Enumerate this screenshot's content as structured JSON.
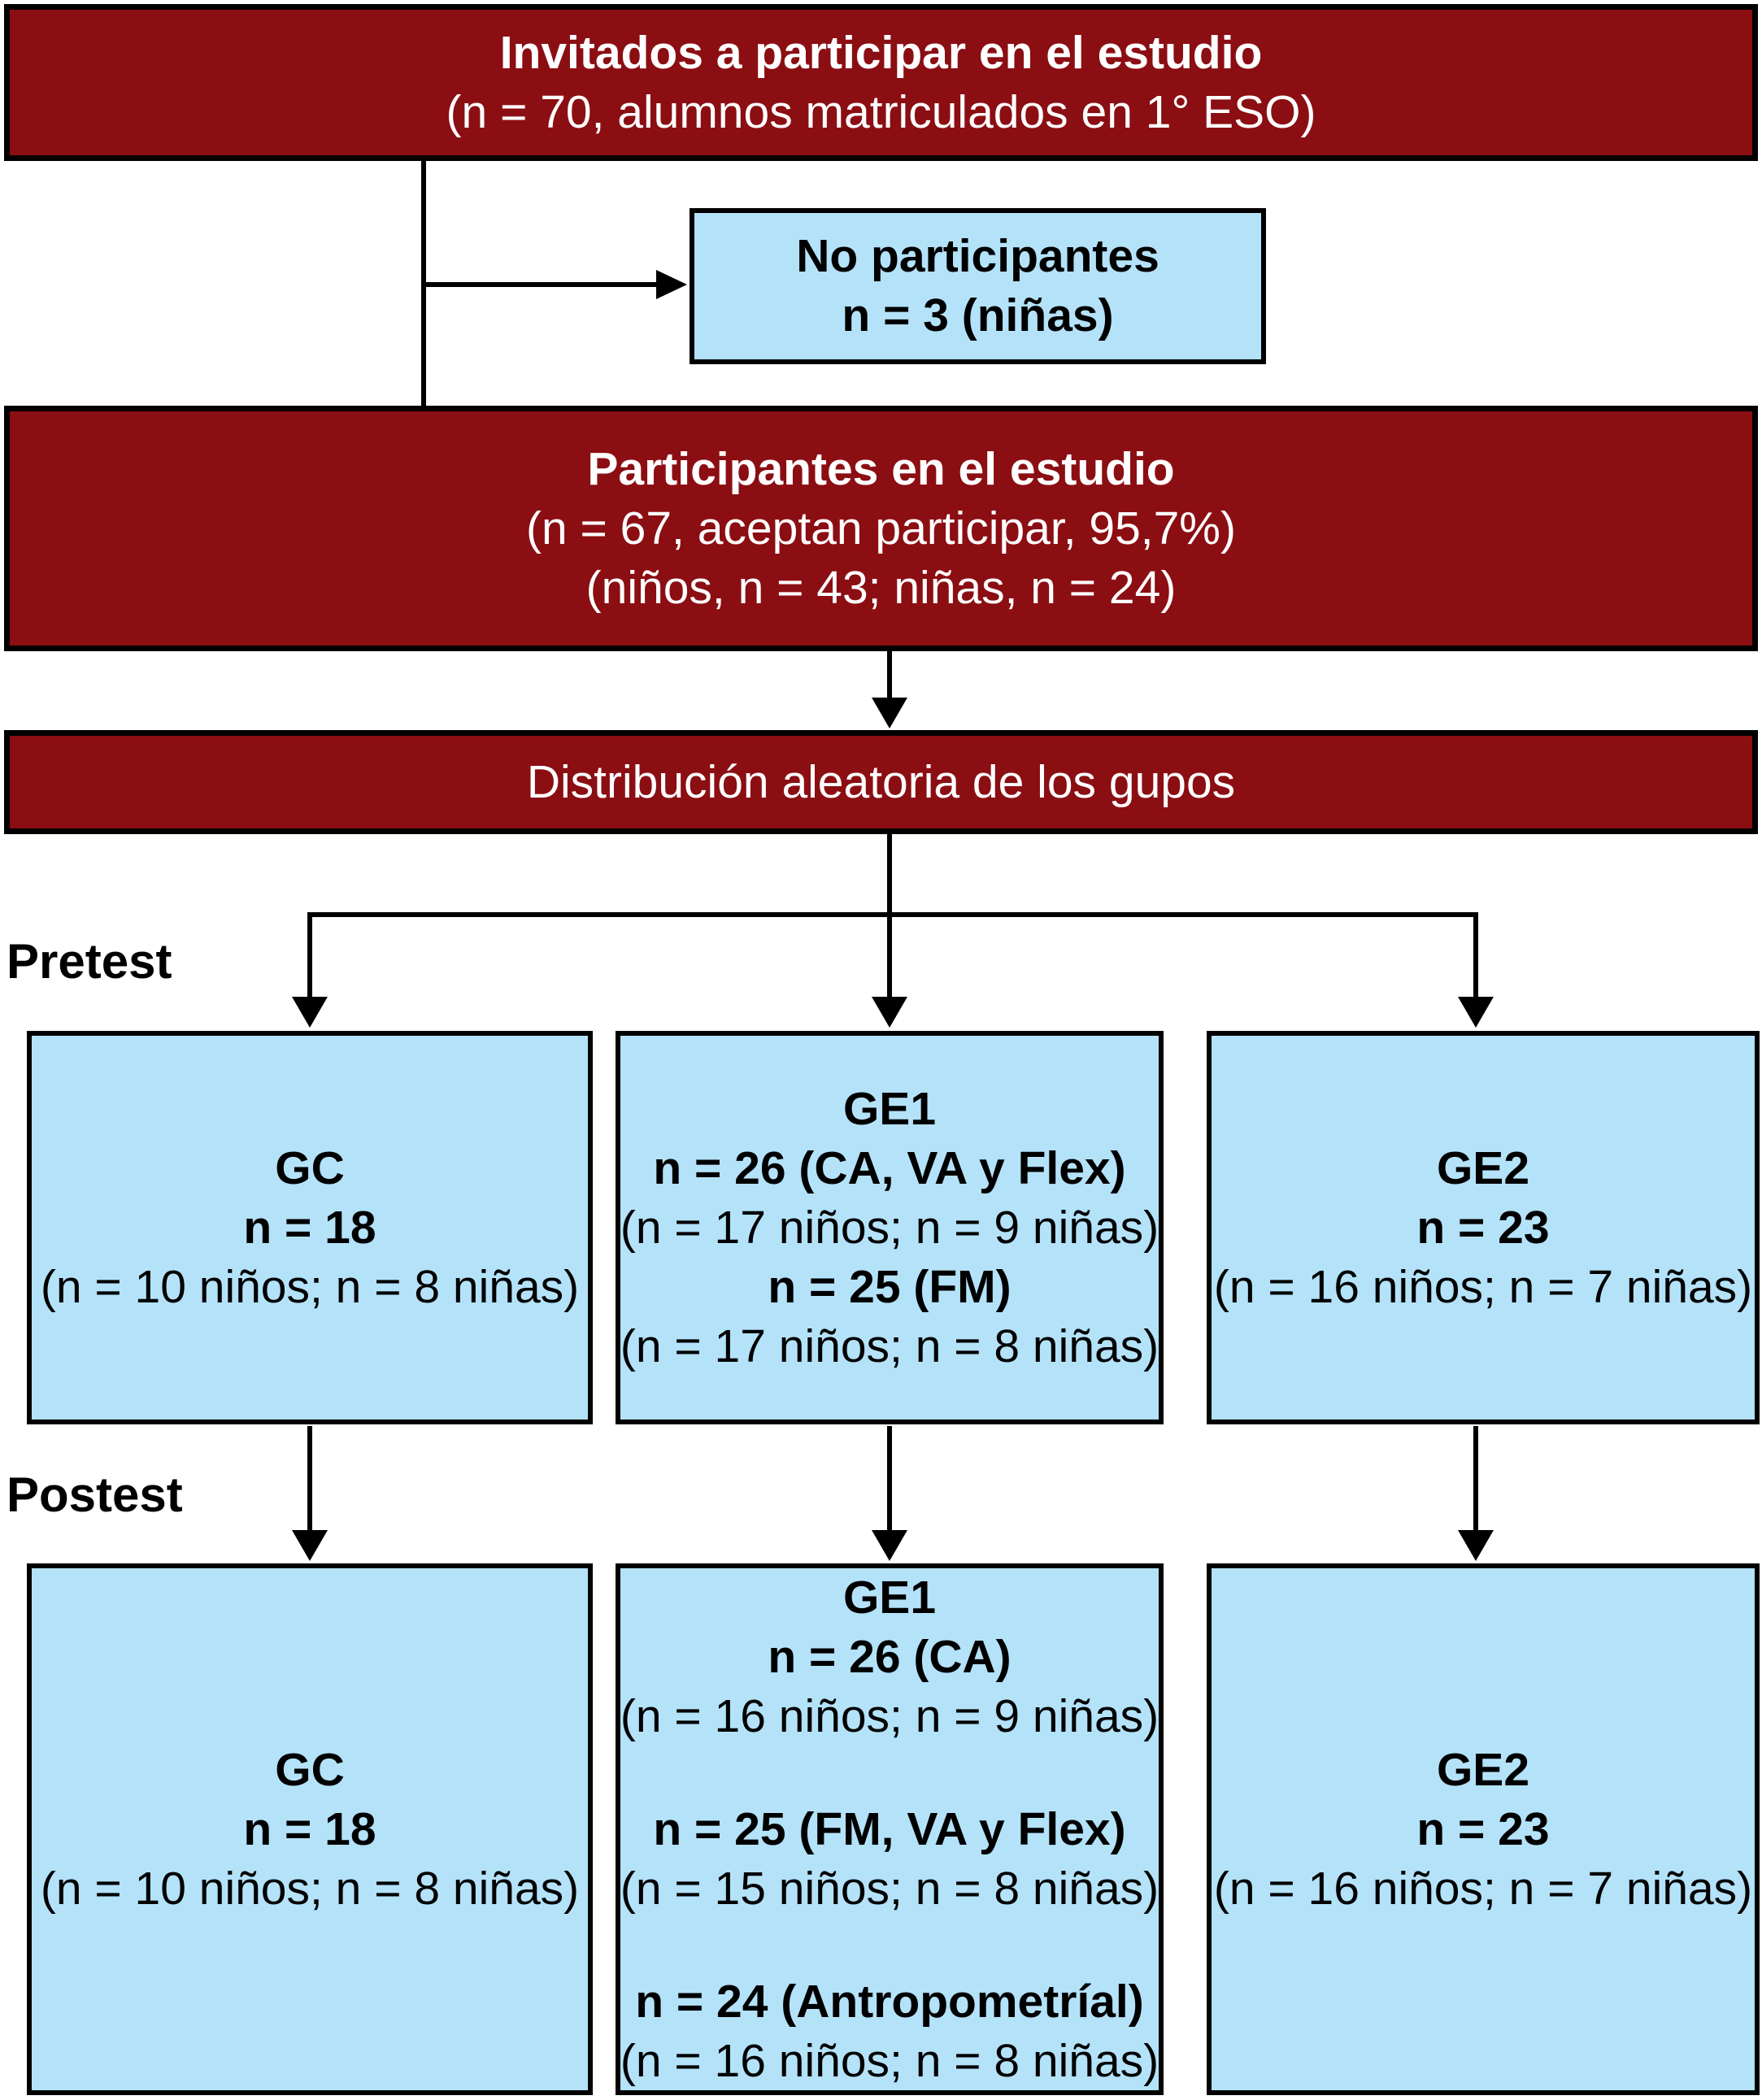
{
  "colors": {
    "dark_red": "#8B0E13",
    "light_blue": "#B4E2F9",
    "line_black": "#000000",
    "text_on_red": "#FFFFFF",
    "text_on_blue": "#000000"
  },
  "labels": {
    "pretest": "Pretest",
    "postest": "Postest"
  },
  "invited": {
    "title": "Invitados a participar en el estudio",
    "subtitle": "(n = 70, alumnos matriculados en 1° ESO)"
  },
  "non_participants": {
    "title": "No participantes",
    "subtitle": "n = 3 (niñas)"
  },
  "participants": {
    "title": "Participantes en el estudio",
    "line2": "(n = 67, aceptan participar, 95,7%)",
    "line3": "(niños, n = 43; niñas, n = 24)"
  },
  "randomization": {
    "title": "Distribución aleatoria de los gupos"
  },
  "pretest": {
    "gc": {
      "name": "GC",
      "n": "n = 18",
      "detail": "(n = 10 niños; n = 8 niñas)"
    },
    "ge1": {
      "name": "GE1",
      "groups": [
        {
          "n": "n = 26 (CA, VA y Flex)",
          "detail": "(n = 17 niños; n = 9 niñas)"
        },
        {
          "n": "n = 25 (FM)",
          "detail": "(n = 17 niños; n = 8 niñas)"
        }
      ]
    },
    "ge2": {
      "name": "GE2",
      "n": "n = 23",
      "detail": "(n = 16 niños; n = 7 niñas)"
    }
  },
  "postest": {
    "gc": {
      "name": "GC",
      "n": "n = 18",
      "detail": "(n = 10 niños; n = 8 niñas)"
    },
    "ge1": {
      "name": "GE1",
      "groups": [
        {
          "n": "n = 26 (CA)",
          "detail": "(n = 16 niños; n = 9 niñas)"
        },
        {
          "n": "n = 25 (FM, VA y Flex)",
          "detail": "(n = 15 niños; n = 8 niñas)"
        },
        {
          "n": "n = 24 (Antropometríal)",
          "detail": "(n = 16 niños; n = 8 niñas)"
        }
      ]
    },
    "ge2": {
      "name": "GE2",
      "n": "n = 23",
      "detail": "(n = 16 niños; n = 7 niñas)"
    }
  }
}
